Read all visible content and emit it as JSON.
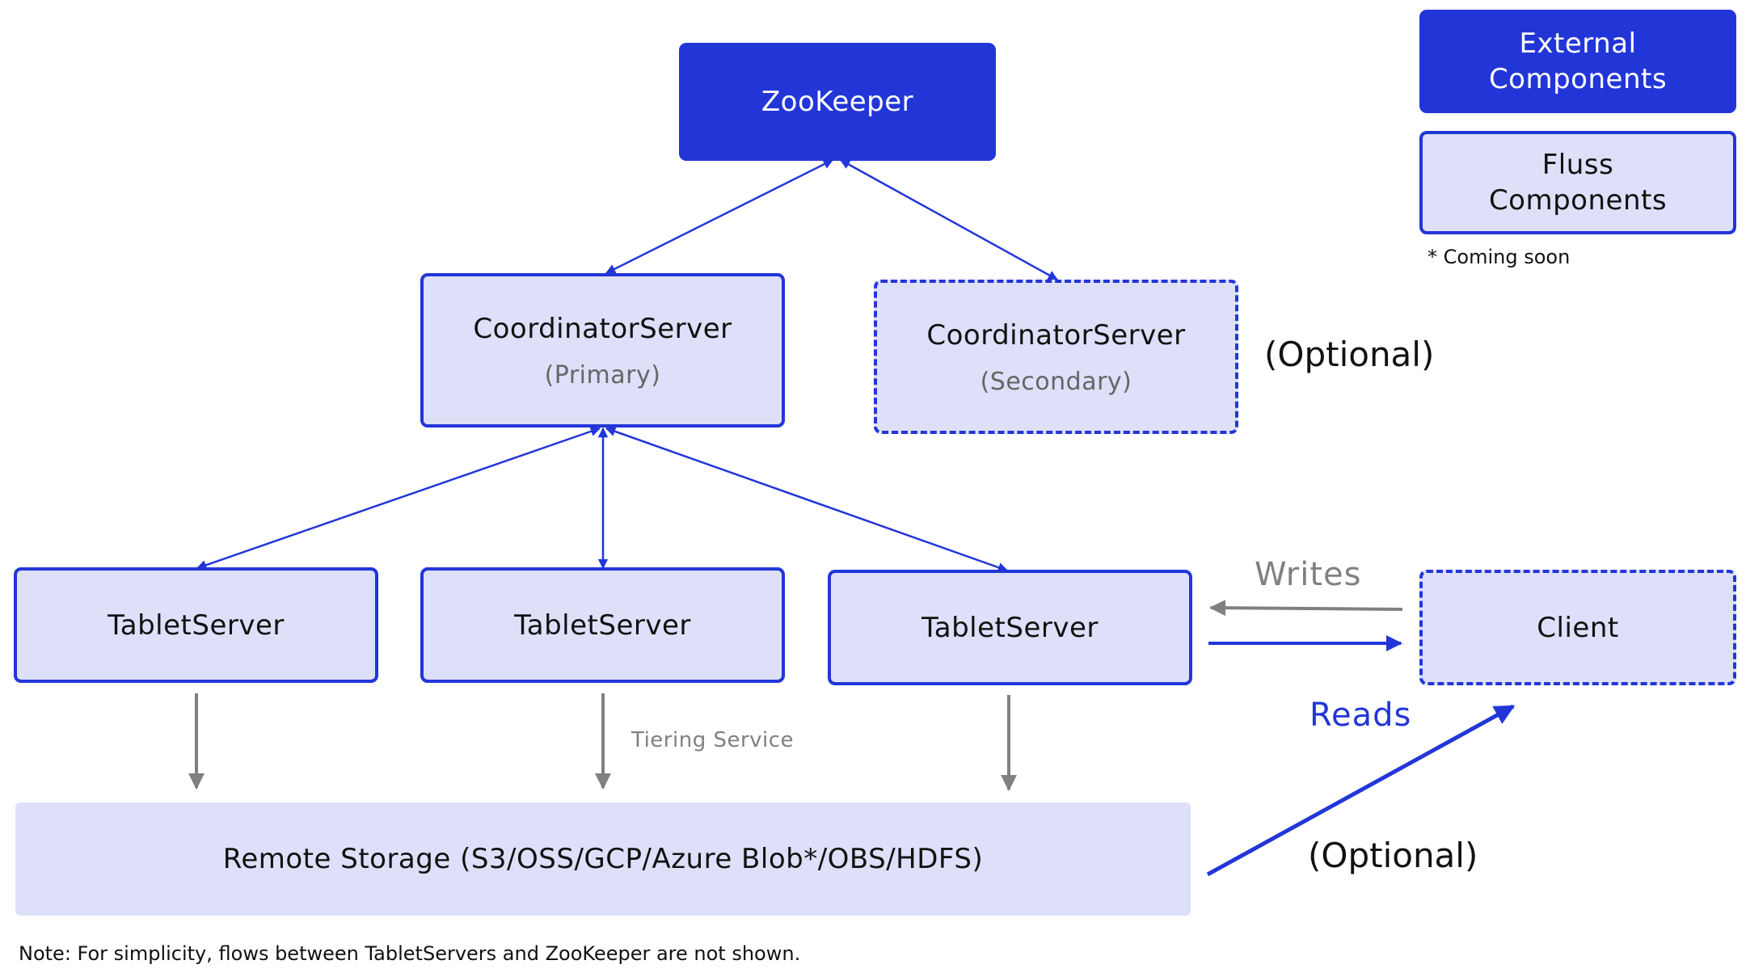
{
  "nodes": {
    "zookeeper": "ZooKeeper",
    "coordinator_primary": {
      "title": "CoordinatorServer",
      "subtitle": "(Primary)"
    },
    "coordinator_secondary": {
      "title": "CoordinatorServer",
      "subtitle": "(Secondary)"
    },
    "tablet_servers": [
      "TabletServer",
      "TabletServer",
      "TabletServer"
    ],
    "client": "Client",
    "remote_storage": "Remote Storage (S3/OSS/GCP/Azure Blob*/OBS/HDFS)"
  },
  "labels": {
    "optional_coordinator": "(Optional)",
    "optional_storage": "(Optional)",
    "writes": "Writes",
    "reads": "Reads",
    "tiering_service": "Tiering Service"
  },
  "legend": {
    "external": "External Components",
    "fluss": "Fluss Components",
    "coming_soon": "* Coming soon"
  },
  "note": "Note: For simplicity, flows between TabletServers and ZooKeeper are not shown.",
  "colors": {
    "accent_blue": "#2236d8",
    "component_fill": "#dde0f8",
    "gray_flow": "#808080"
  }
}
